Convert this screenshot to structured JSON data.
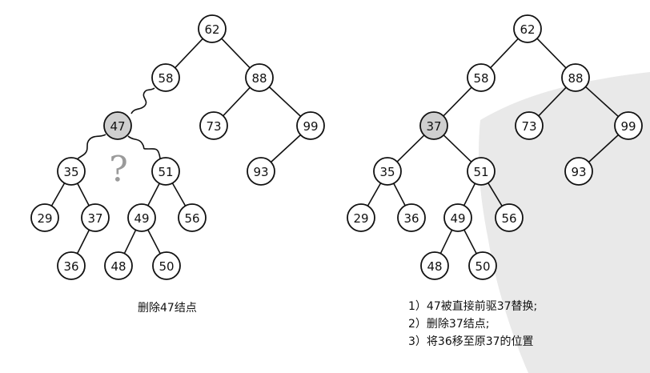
{
  "left_tree": {
    "nodes": [
      {
        "id": "62",
        "label": "62",
        "highlight": false
      },
      {
        "id": "58",
        "label": "58",
        "highlight": false
      },
      {
        "id": "88",
        "label": "88",
        "highlight": false
      },
      {
        "id": "47",
        "label": "47",
        "highlight": true
      },
      {
        "id": "73",
        "label": "73",
        "highlight": false
      },
      {
        "id": "99",
        "label": "99",
        "highlight": false
      },
      {
        "id": "35",
        "label": "35",
        "highlight": false
      },
      {
        "id": "51",
        "label": "51",
        "highlight": false
      },
      {
        "id": "93",
        "label": "93",
        "highlight": false
      },
      {
        "id": "29",
        "label": "29",
        "highlight": false
      },
      {
        "id": "37",
        "label": "37",
        "highlight": false
      },
      {
        "id": "49",
        "label": "49",
        "highlight": false
      },
      {
        "id": "56",
        "label": "56",
        "highlight": false
      },
      {
        "id": "36",
        "label": "36",
        "highlight": false
      },
      {
        "id": "48",
        "label": "48",
        "highlight": false
      },
      {
        "id": "50",
        "label": "50",
        "highlight": false
      }
    ],
    "edges": [
      [
        "62",
        "58"
      ],
      [
        "62",
        "88"
      ],
      [
        "88",
        "73"
      ],
      [
        "88",
        "99"
      ],
      [
        "99",
        "93"
      ],
      [
        "35",
        "29"
      ],
      [
        "35",
        "37"
      ],
      [
        "37",
        "36"
      ],
      [
        "51",
        "49"
      ],
      [
        "51",
        "56"
      ],
      [
        "49",
        "48"
      ],
      [
        "49",
        "50"
      ]
    ],
    "broken_edges": [
      [
        "58",
        "47"
      ],
      [
        "47",
        "35"
      ],
      [
        "47",
        "51"
      ]
    ],
    "question_mark": "?",
    "caption": "删除47结点"
  },
  "right_tree": {
    "nodes": [
      {
        "id": "62",
        "label": "62",
        "highlight": false
      },
      {
        "id": "58",
        "label": "58",
        "highlight": false
      },
      {
        "id": "88",
        "label": "88",
        "highlight": false
      },
      {
        "id": "37",
        "label": "37",
        "highlight": true
      },
      {
        "id": "73",
        "label": "73",
        "highlight": false
      },
      {
        "id": "99",
        "label": "99",
        "highlight": false
      },
      {
        "id": "35",
        "label": "35",
        "highlight": false
      },
      {
        "id": "51",
        "label": "51",
        "highlight": false
      },
      {
        "id": "93",
        "label": "93",
        "highlight": false
      },
      {
        "id": "29",
        "label": "29",
        "highlight": false
      },
      {
        "id": "36",
        "label": "36",
        "highlight": false
      },
      {
        "id": "49",
        "label": "49",
        "highlight": false
      },
      {
        "id": "56",
        "label": "56",
        "highlight": false
      },
      {
        "id": "48",
        "label": "48",
        "highlight": false
      },
      {
        "id": "50",
        "label": "50",
        "highlight": false
      }
    ],
    "edges": [
      [
        "62",
        "58"
      ],
      [
        "62",
        "88"
      ],
      [
        "58",
        "37"
      ],
      [
        "37",
        "35"
      ],
      [
        "37",
        "51"
      ],
      [
        "88",
        "73"
      ],
      [
        "88",
        "99"
      ],
      [
        "99",
        "93"
      ],
      [
        "35",
        "29"
      ],
      [
        "35",
        "36"
      ],
      [
        "51",
        "49"
      ],
      [
        "51",
        "56"
      ],
      [
        "49",
        "48"
      ],
      [
        "49",
        "50"
      ]
    ],
    "steps": [
      "1）47被直接前驱37替换;",
      "2）删除37结点;",
      "3）将36移至原37的位置"
    ]
  },
  "colors": {
    "node_fill": "#ffffff",
    "highlight_fill": "#cfcfcf",
    "stroke": "#111111",
    "question_mark": "#9a9a9a"
  }
}
